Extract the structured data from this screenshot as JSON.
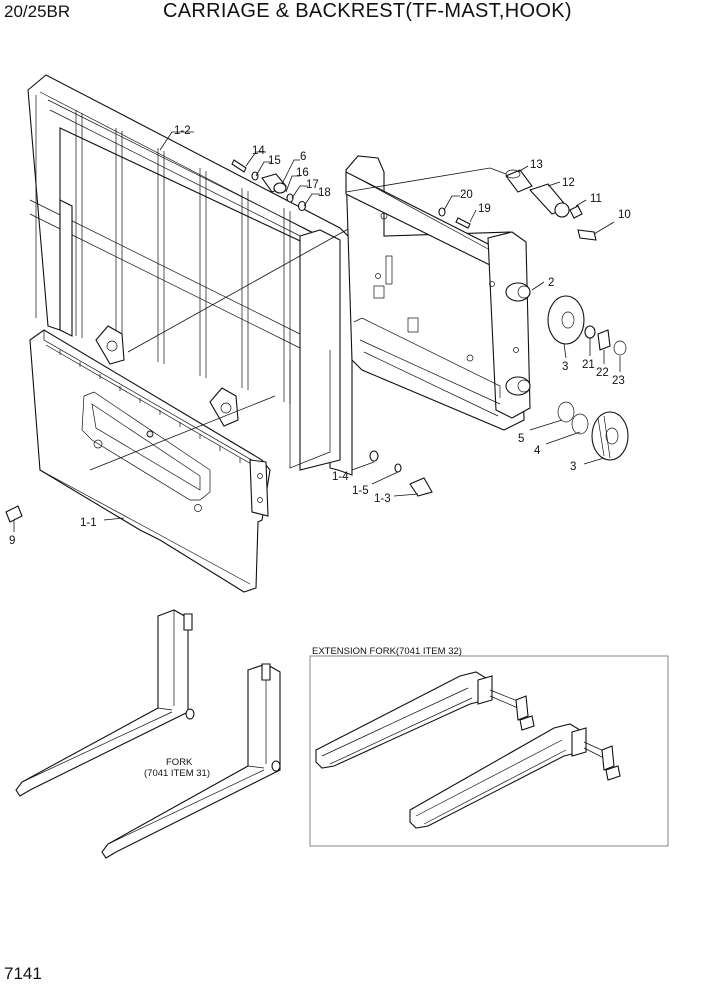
{
  "header": {
    "model": "20/25BR",
    "title": "CARRIAGE & BACKREST(TF-MAST,HOOK)"
  },
  "footer": {
    "page_number": "7141"
  },
  "callouts": {
    "c1_2": "1-2",
    "c14": "14",
    "c15": "15",
    "c6": "6",
    "c16": "16",
    "c17": "17",
    "c18": "18",
    "c13": "13",
    "c12": "12",
    "c11": "11",
    "c10": "10",
    "c20": "20",
    "c19": "19",
    "c2": "2",
    "c3a": "3",
    "c21": "21",
    "c22": "22",
    "c23": "23",
    "c5": "5",
    "c4": "4",
    "c3b": "3",
    "c1_4": "1-4",
    "c1_5": "1-5",
    "c1_3": "1-3",
    "c9": "9",
    "c1_1": "1-1"
  },
  "fork": {
    "label_line1": "FORK",
    "label_line2": "(7041 ITEM 31)"
  },
  "extension_fork": {
    "title": "EXTENSION FORK(7041 ITEM 32)"
  }
}
